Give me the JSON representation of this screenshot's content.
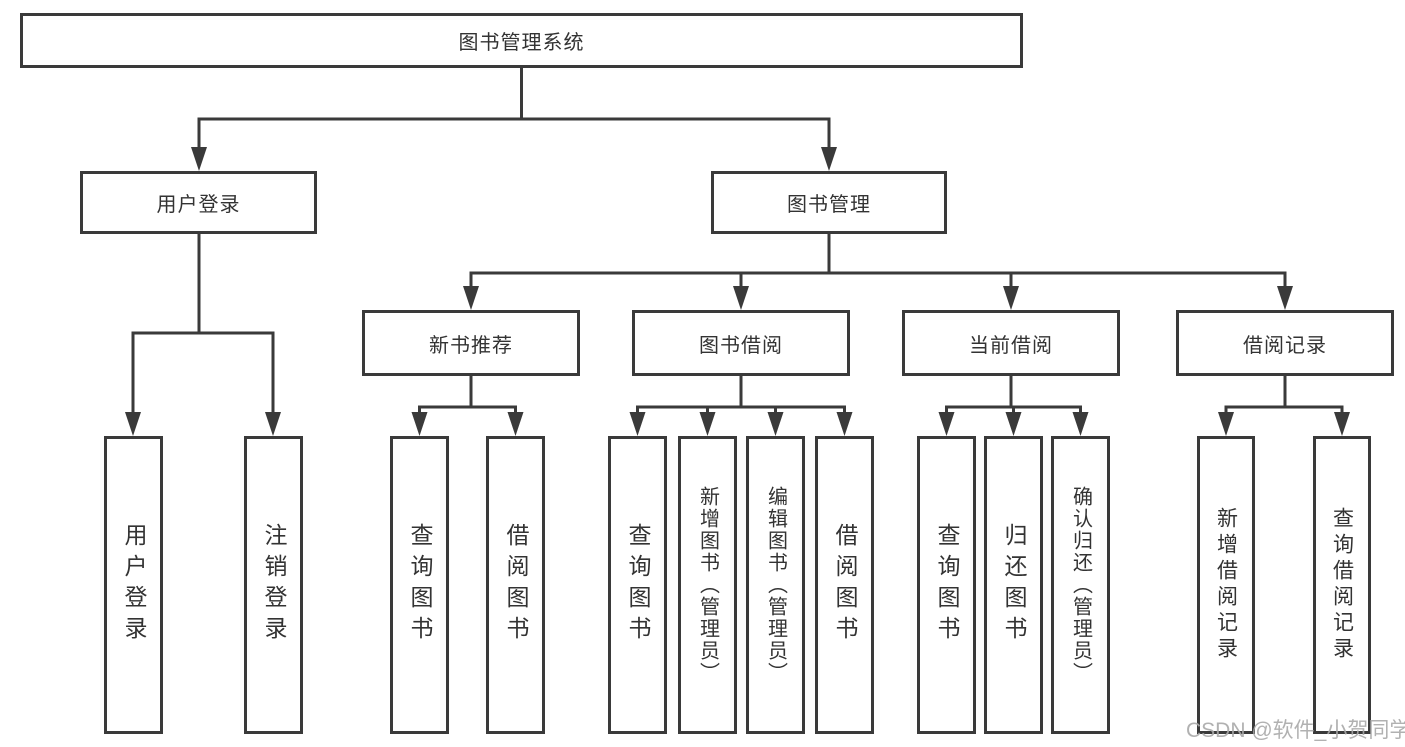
{
  "title": {
    "label": "图书管理系统"
  },
  "nodes": {
    "user_login": {
      "label": "用户登录"
    },
    "book_mgmt": {
      "label": "图书管理"
    },
    "new_book_rec": {
      "label": "新书推荐"
    },
    "book_borrow": {
      "label": "图书借阅"
    },
    "current_borrow": {
      "label": "当前借阅"
    },
    "borrow_records": {
      "label": "借阅记录"
    }
  },
  "leaves": {
    "login": {
      "label": "用户登录"
    },
    "logout": {
      "label": "注销登录"
    },
    "rec_query_books": {
      "label": "查询图书"
    },
    "rec_borrow_books": {
      "label": "借阅图书"
    },
    "bb_query_books": {
      "label": "查询图书"
    },
    "bb_add_books": {
      "label": "新增图书（管理员）"
    },
    "bb_edit_books": {
      "label": "编辑图书（管理员）"
    },
    "bb_borrow_books": {
      "label": "借阅图书"
    },
    "cb_query_books": {
      "label": "查询图书"
    },
    "cb_return_books": {
      "label": "归还图书"
    },
    "cb_confirm_return": {
      "label": "确认归还（管理员）"
    },
    "br_add_record": {
      "label": "新增借阅记录"
    },
    "br_query_record": {
      "label": "查询借阅记录"
    }
  },
  "watermark": {
    "text": "CSDN @软件_小贺同学"
  },
  "colors": {
    "line": "#3a3a3a",
    "text": "#333333",
    "watermark": "#a8a8a8",
    "background": "#ffffff"
  }
}
